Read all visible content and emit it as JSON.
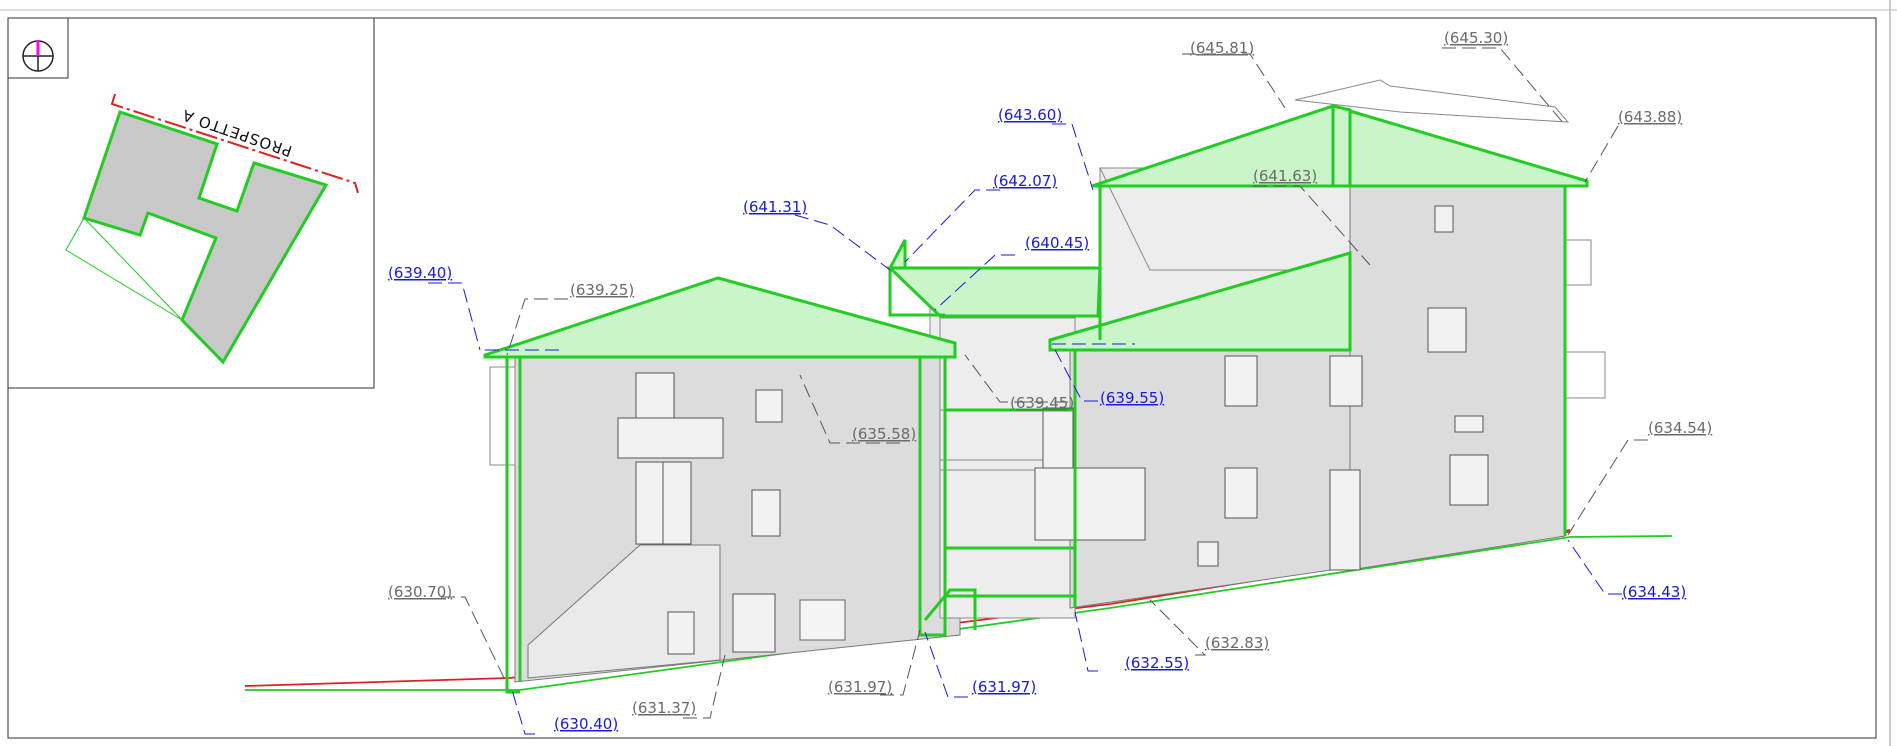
{
  "key_plan": {
    "caption": "PROSPETTO A",
    "north_symbol": "north-arrow-icon"
  },
  "elevation_labels_gray": [
    "(645.81)",
    "(645.30)",
    "(643.88)",
    "(641.63)",
    "(639.25)",
    "(639.45)",
    "(635.58)",
    "(634.54)",
    "(632.83)",
    "(631.97)",
    "(631.37)",
    "(630.70)"
  ],
  "elevation_labels_blue": [
    "(643.60)",
    "(642.07)",
    "(641.31)",
    "(640.45)",
    "(639.40)",
    "(639.55)",
    "(634.43)",
    "(632.55)",
    "(631.97)",
    "(630.40)"
  ],
  "colors": {
    "outline_green": "#22cc22",
    "roof_fill": "#c9f5c9",
    "wall_gray": "#dcdcdc",
    "ground_red": "#e02020",
    "label_blue": "#1a1adb",
    "label_gray": "#6b6b6b",
    "north_marker": "#ff00ff"
  }
}
